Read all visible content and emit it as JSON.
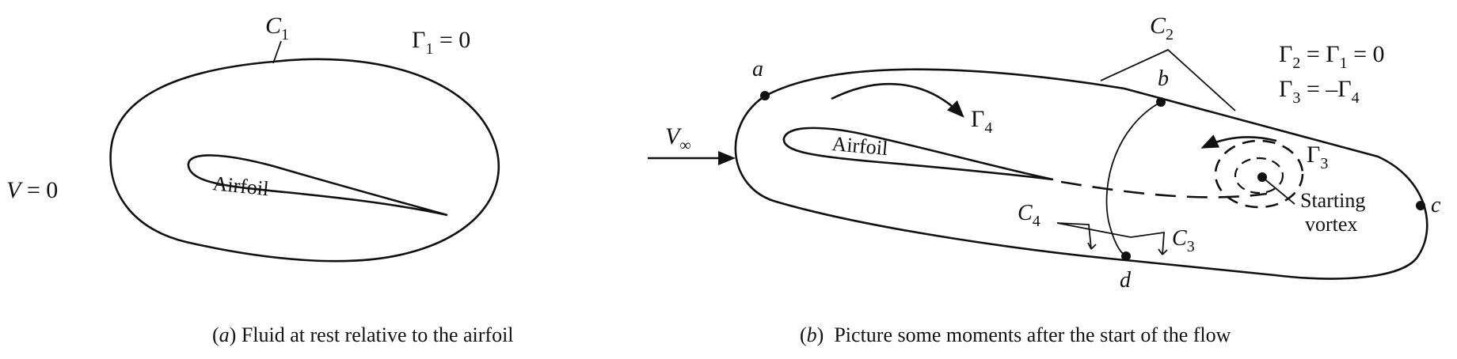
{
  "panel_a": {
    "contour_label": "C",
    "contour_sub": "1",
    "circulation": {
      "gamma": "Γ",
      "sub": "1",
      "rest": " = 0"
    },
    "velocity_label": "V",
    "velocity_rest": " = 0",
    "airfoil_label": "Airfoil",
    "caption_letter": "a",
    "caption_text": " Fluid at rest relative to the airfoil"
  },
  "panel_b": {
    "freestream_label": "V",
    "freestream_sub": "∞",
    "contour_c2": "C",
    "contour_c2_sub": "2",
    "eq1": {
      "g": "Γ",
      "s": "2",
      "mid": " = Γ",
      "s2": "1",
      "rest": " = 0"
    },
    "eq2": {
      "g": "Γ",
      "s": "3",
      "mid": " = –Γ",
      "s2": "4"
    },
    "gamma4": {
      "g": "Γ",
      "s": "4"
    },
    "gamma3": {
      "g": "Γ",
      "s": "3"
    },
    "airfoil_label": "Airfoil",
    "vortex_line1": "Starting",
    "vortex_line2": "vortex",
    "points": [
      "a",
      "b",
      "c",
      "d"
    ],
    "contour_c4": "C",
    "contour_c4_sub": "4",
    "contour_c3": "C",
    "contour_c3_sub": "3",
    "caption_letter": "b",
    "caption_text": "  Picture some moments after the start of the flow"
  }
}
